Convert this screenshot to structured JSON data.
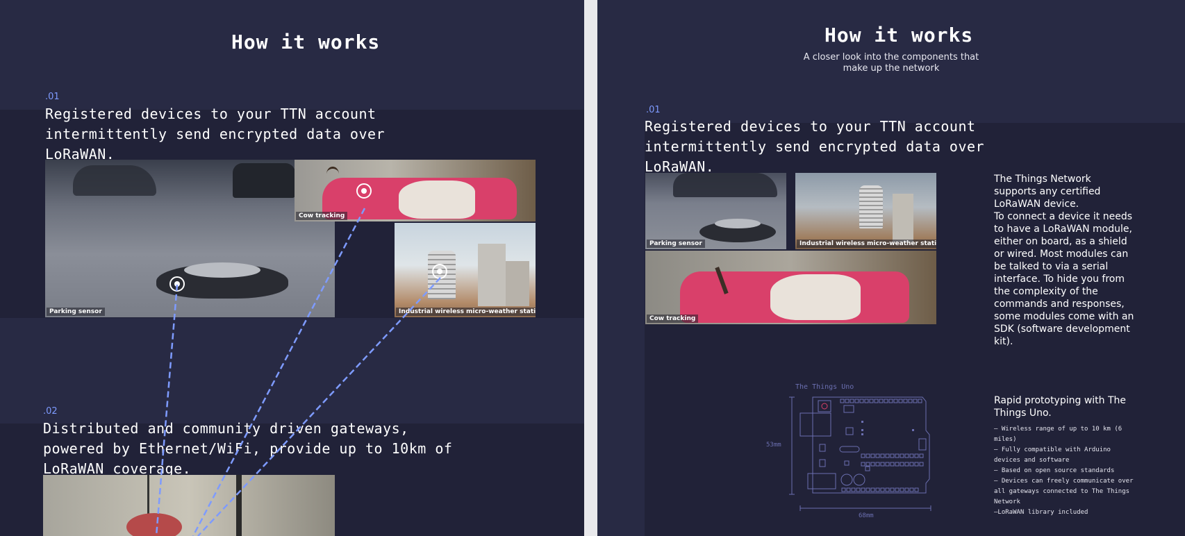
{
  "left": {
    "title": "How it works",
    "step1": {
      "number": ".01",
      "heading": "Registered devices to your TTN account intermittently send encrypted data over LoRaWAN.",
      "photos": [
        {
          "caption": "Parking sensor"
        },
        {
          "caption": "Cow tracking"
        },
        {
          "caption": "Industrial wireless micro-weather station"
        }
      ]
    },
    "step2": {
      "number": ".02",
      "heading": "Distributed and community driven gateways, powered by Ethernet/WiFi, provide up to 10km of LoRaWAN coverage."
    }
  },
  "right": {
    "title": "How it works",
    "subtitle": "A closer look into the components that make up the network",
    "step1": {
      "number": ".01",
      "heading": "Registered devices to your TTN account intermittently send encrypted data over LoRaWAN.",
      "photos": [
        {
          "caption": "Parking sensor"
        },
        {
          "caption": "Industrial wireless micro-weather station"
        },
        {
          "caption": "Cow tracking"
        }
      ],
      "paragraph1": "The Things Network supports any certified LoRaWAN device.",
      "paragraph2": "To connect a device it needs to have a LoRaWAN module, either on board, as a shield or wired. Most modules can be talked to via a serial interface. To hide you from the complexity of the commands and responses, some modules come with an SDK (software development kit)."
    },
    "uno": {
      "diagram_label": "The Things Uno",
      "height_label": "53mm",
      "width_label": "68mm",
      "heading": "Rapid prototyping with The Things Uno.",
      "features": [
        "– Wireless range of up to 10 km (6 miles)",
        "– Fully compatible with Arduino devices and software",
        "– Based on open source standards",
        "– Devices can freely communicate over all gateways connected to The Things Network",
        "–LoRaWAN library included"
      ]
    }
  },
  "colors": {
    "panel_bg": "#282a44",
    "band_bg": "#212238",
    "accent_blue": "#7e9bff",
    "cow_pink": "#d9406a",
    "diagram_stroke": "#6b6fb0"
  }
}
